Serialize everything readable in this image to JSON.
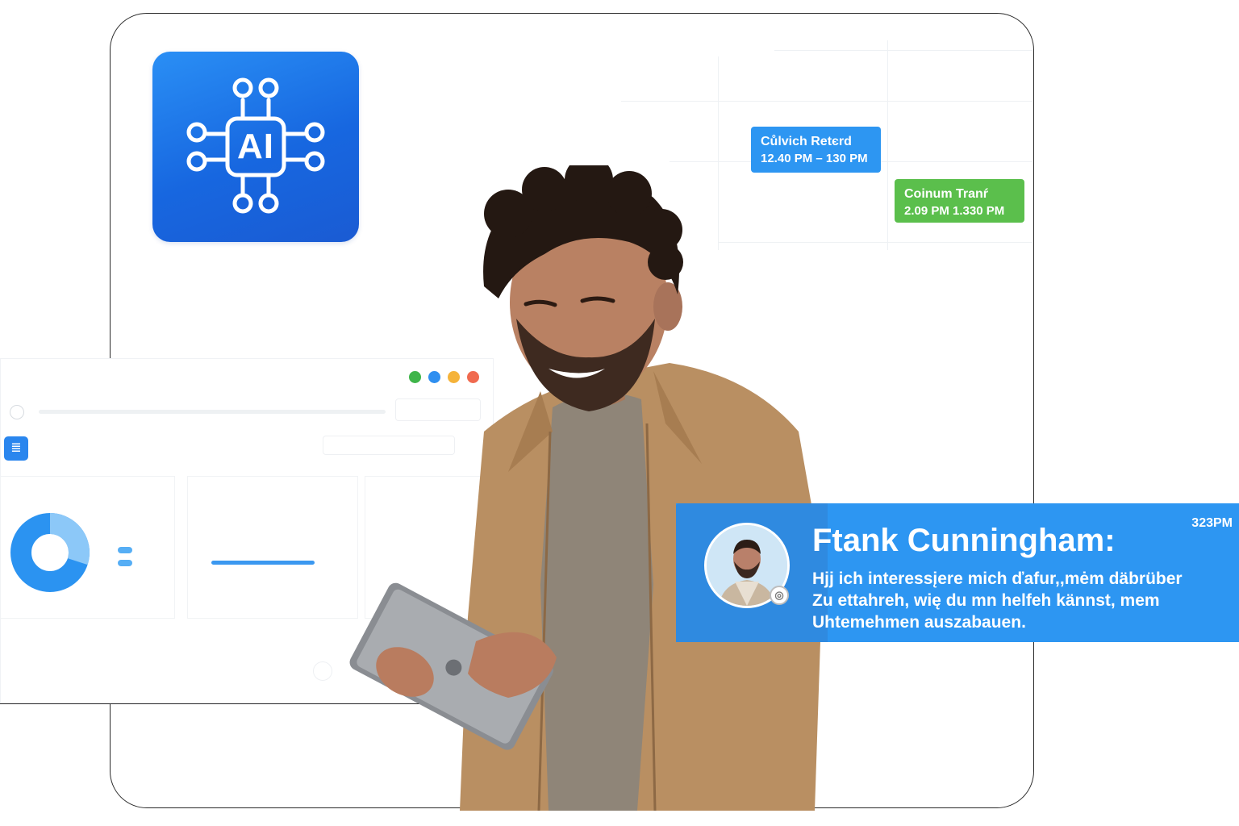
{
  "logo": {
    "label": "AI",
    "icon": "ai-chip-icon",
    "color_from": "#2a8ff5",
    "color_to": "#1a5bd3"
  },
  "calendar": {
    "events": [
      {
        "title": "Cůlvich Retєrd",
        "time": "12.40 PM – 130 PM",
        "color": "#2d96f2"
      },
      {
        "title": "Coinum Tranŕ",
        "time": "2.09 PM 1.330 PM",
        "color": "#5bbf4c"
      }
    ]
  },
  "dashboard": {
    "window_dots": [
      "#3fb54a",
      "#2f8ff0",
      "#f5b33a",
      "#f06a4f"
    ],
    "donut_share": 0.3
  },
  "chat": {
    "name": "Ftank Cunningham:",
    "time": "323PM",
    "message_lines": [
      "Hjj ich interessįere mich ďafur,,mėm däbrüber",
      "Zu ettahreh, wię du mn helfeh kännst, mem",
      "Uhtemehmen auszabauen."
    ]
  }
}
